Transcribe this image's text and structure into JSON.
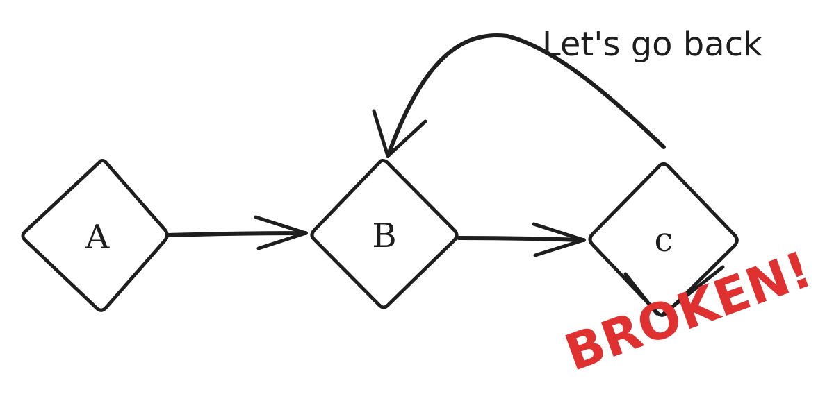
{
  "diagram": {
    "nodes": [
      {
        "id": "A",
        "label": "A"
      },
      {
        "id": "B",
        "label": "B"
      },
      {
        "id": "C",
        "label": "c"
      }
    ],
    "edges": [
      {
        "from": "A",
        "to": "B"
      },
      {
        "from": "B",
        "to": "C"
      },
      {
        "from": "C",
        "to": "B",
        "label": "Let's go back"
      }
    ],
    "annotation": "Let's go back",
    "broken_label": "BROKEN!",
    "broken_color": "#e03131",
    "stroke_color": "#1e1e1e"
  }
}
